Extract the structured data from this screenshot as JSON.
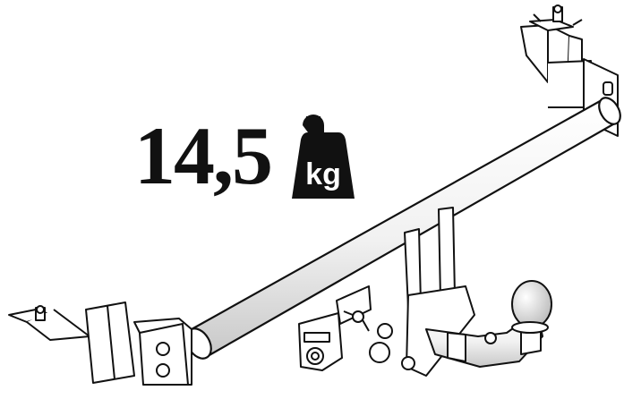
{
  "product": {
    "weight_value": "14,5",
    "weight_unit": "kg"
  },
  "colors": {
    "ink": "#111111",
    "background": "#ffffff",
    "metal_light": "#f4f4f4",
    "metal_shade": "#c9c9c9"
  },
  "icons": [
    "weight-icon",
    "tow-bar-illustration"
  ]
}
